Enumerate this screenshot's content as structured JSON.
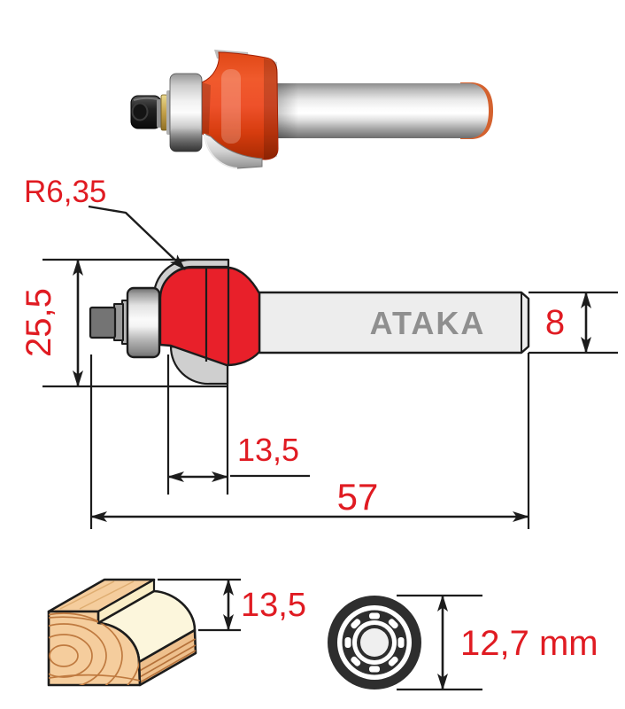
{
  "labels": {
    "radius": "R6,35",
    "body_height": "25,5",
    "shank_diameter": "8",
    "cutting_length": "13,5",
    "overall_length": "57",
    "profile_height": "13,5",
    "bearing_diameter": "12,7 mm"
  },
  "brand": {
    "name": "ATAKA"
  },
  "colors": {
    "dimension_red": "#e01b22",
    "drawing_red": "#e8202a",
    "outline": "#1c1c1c",
    "carbide_gray": "#cfcfcf",
    "shank_fill": "#ededed",
    "brand_gray": "#8f8f8f",
    "photo_red": "#e8481f",
    "wood_tan": "#f5cd9d",
    "wood_cream": "#fcf6dc"
  }
}
